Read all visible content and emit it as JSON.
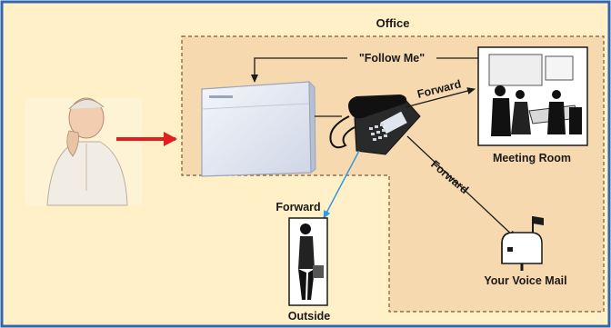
{
  "labels": {
    "office": "Office",
    "follow_me": "\"Follow Me\"",
    "forward_meeting": "Forward",
    "forward_voicemail": "Forward",
    "forward_outside": "Forward",
    "meeting_room": "Meeting Room",
    "voice_mail": "Your Voice Mail",
    "outside": "Outside"
  },
  "colors": {
    "frame_border": "#3366aa",
    "background": "#fff0c8",
    "office_area": "#f7d9b0",
    "incoming_arrow": "#e02020",
    "outside_arrow": "#3399dd",
    "arrow": "#1a1a1a"
  },
  "icons": [
    "caller-person-icon",
    "pbx-unit-icon",
    "desk-phone-icon",
    "meeting-room-icon",
    "mailbox-icon",
    "outside-person-icon"
  ]
}
